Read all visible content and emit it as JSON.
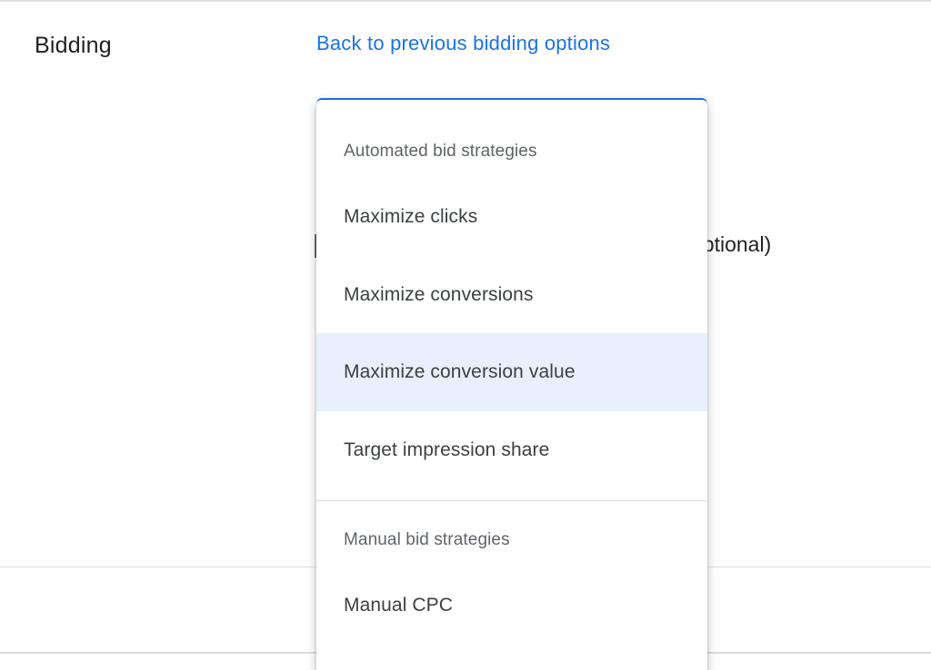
{
  "section": {
    "title": "Bidding",
    "back_link": "Back to previous bidding options"
  },
  "background_field": {
    "partial_label": "optional)"
  },
  "dropdown": {
    "groups": [
      {
        "header": "Automated bid strategies",
        "items": [
          {
            "label": "Maximize clicks",
            "selected": false
          },
          {
            "label": "Maximize conversions",
            "selected": false
          },
          {
            "label": "Maximize conversion value",
            "selected": true
          },
          {
            "label": "Target impression share",
            "selected": false
          }
        ]
      },
      {
        "header": "Manual bid strategies",
        "items": [
          {
            "label": "Manual CPC",
            "selected": false
          }
        ]
      }
    ]
  },
  "colors": {
    "accent": "#1a73e8",
    "selected_bg": "#e8f0fe",
    "text_primary": "#202124",
    "text_secondary": "#5f6368"
  }
}
